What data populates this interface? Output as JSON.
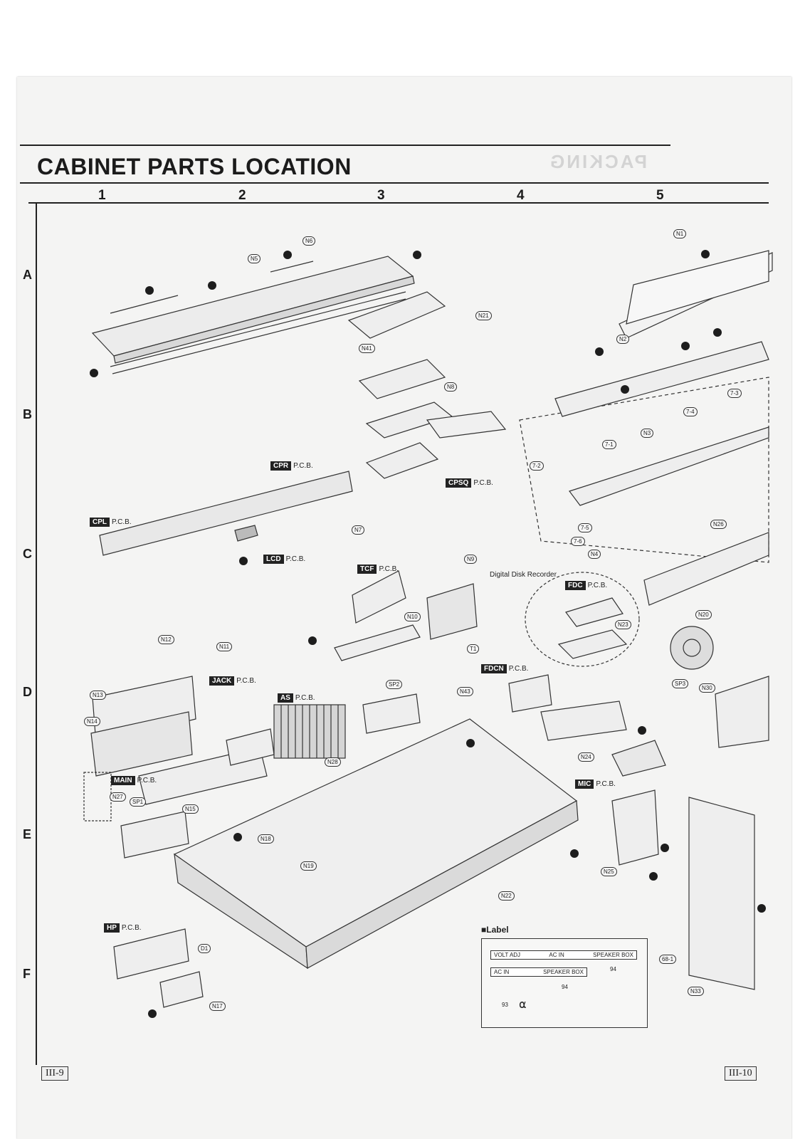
{
  "page": {
    "title": "CABINET PARTS LOCATION",
    "ghost_text": "PACKING",
    "columns": [
      "1",
      "2",
      "3",
      "4",
      "5"
    ],
    "rows": [
      "A",
      "B",
      "C",
      "D",
      "E",
      "F"
    ],
    "page_left": "III-9",
    "page_right": "III-10"
  },
  "boards": [
    {
      "id": "cpr",
      "name": "CPR",
      "suffix": "P.C.B."
    },
    {
      "id": "cpsq",
      "name": "CPSQ",
      "suffix": "P.C.B."
    },
    {
      "id": "cpl",
      "name": "CPL",
      "suffix": "P.C.B."
    },
    {
      "id": "lcd",
      "name": "LCD",
      "suffix": "P.C.B."
    },
    {
      "id": "tcf",
      "name": "TCF",
      "suffix": "P.C.B."
    },
    {
      "id": "fdc",
      "name": "FDC",
      "suffix": "P.C.B."
    },
    {
      "id": "jack",
      "name": "JACK",
      "suffix": "P.C.B."
    },
    {
      "id": "as",
      "name": "AS",
      "suffix": "P.C.B."
    },
    {
      "id": "fdcn",
      "name": "FDCN",
      "suffix": "P.C.B."
    },
    {
      "id": "main",
      "name": "MAIN",
      "suffix": "P.C.B."
    },
    {
      "id": "mic",
      "name": "MIC",
      "suffix": "P.C.B."
    },
    {
      "id": "hp",
      "name": "HP",
      "suffix": "P.C.B."
    }
  ],
  "digital_disk_recorder": "Digital Disk Recorder",
  "label_section": {
    "heading": "■Label",
    "row1": [
      "VOLT ADJ",
      "AC IN",
      "SPEAKER BOX"
    ],
    "row2": [
      "AC IN",
      "SPEAKER BOX"
    ],
    "num_row1": "94",
    "num_row2": "94",
    "num_headphone": "93"
  },
  "callouts": [
    "N1",
    "N2",
    "N3",
    "N4",
    "N5",
    "N6",
    "N7",
    "N8",
    "N9",
    "N10",
    "N11",
    "N12",
    "N13",
    "N14",
    "N15",
    "N17",
    "N18",
    "N19",
    "N20",
    "N21",
    "N22",
    "N23",
    "N24",
    "N25",
    "N26",
    "N27",
    "N28",
    "N30",
    "N33",
    "N41",
    "N43",
    "SP1",
    "SP2",
    "SP3",
    "T1",
    "D1",
    "7-1",
    "7-2",
    "7-3",
    "7-4",
    "7-5",
    "7-6",
    "68-1"
  ]
}
